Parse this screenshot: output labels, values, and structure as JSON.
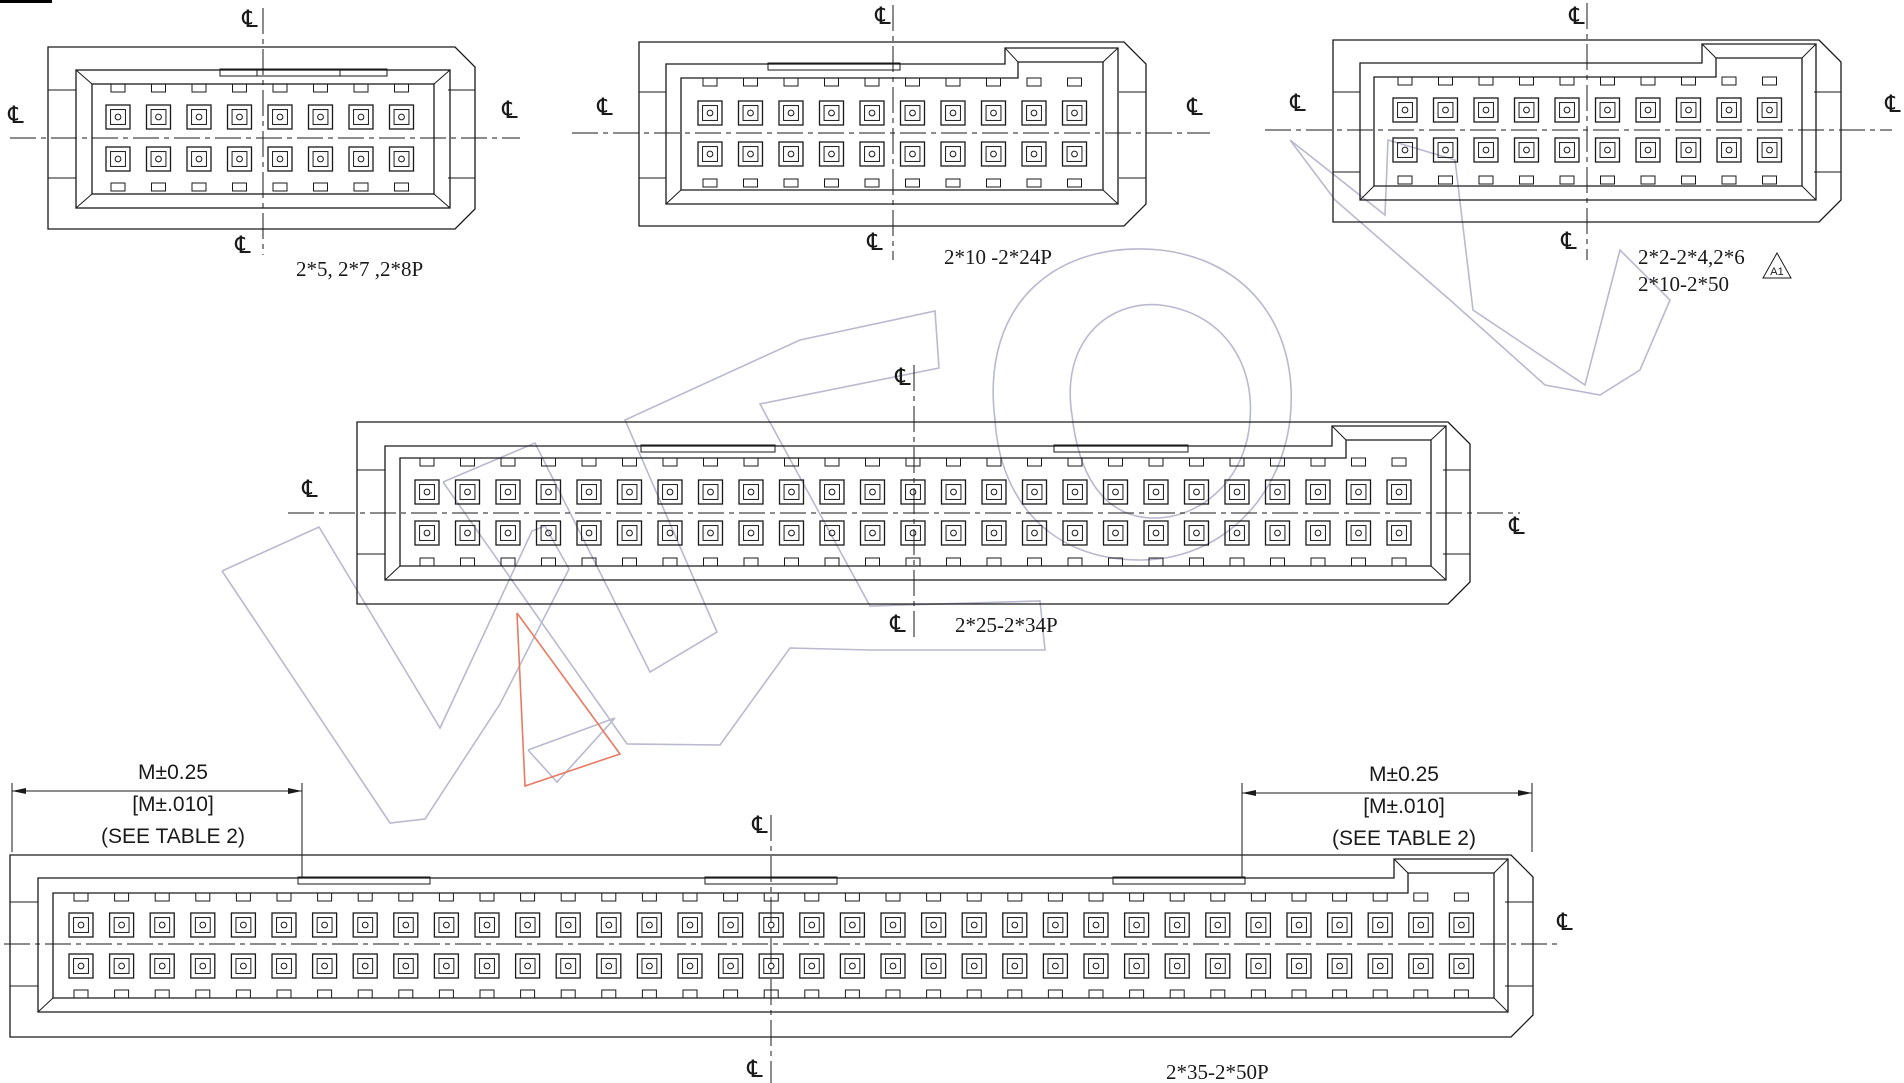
{
  "centerline_symbol": "℄",
  "revision_mark": "A1",
  "views": [
    {
      "id": "v1",
      "caption_lines": [
        "2*5, 2*7 ,2*8P"
      ]
    },
    {
      "id": "v2",
      "caption_lines": [
        "2*10 -2*24P"
      ]
    },
    {
      "id": "v3",
      "caption_lines": [
        "2*2-2*4,2*6",
        "2*10-2*50"
      ]
    },
    {
      "id": "v4",
      "caption_lines": [
        "2*25-2*34P"
      ]
    },
    {
      "id": "v5",
      "caption_lines": [
        "2*35-2*50P"
      ]
    }
  ],
  "dimension_callout": {
    "line1": "M±0.25",
    "line2": "[M±.010]",
    "line3": "(SEE TABLE 2)"
  }
}
